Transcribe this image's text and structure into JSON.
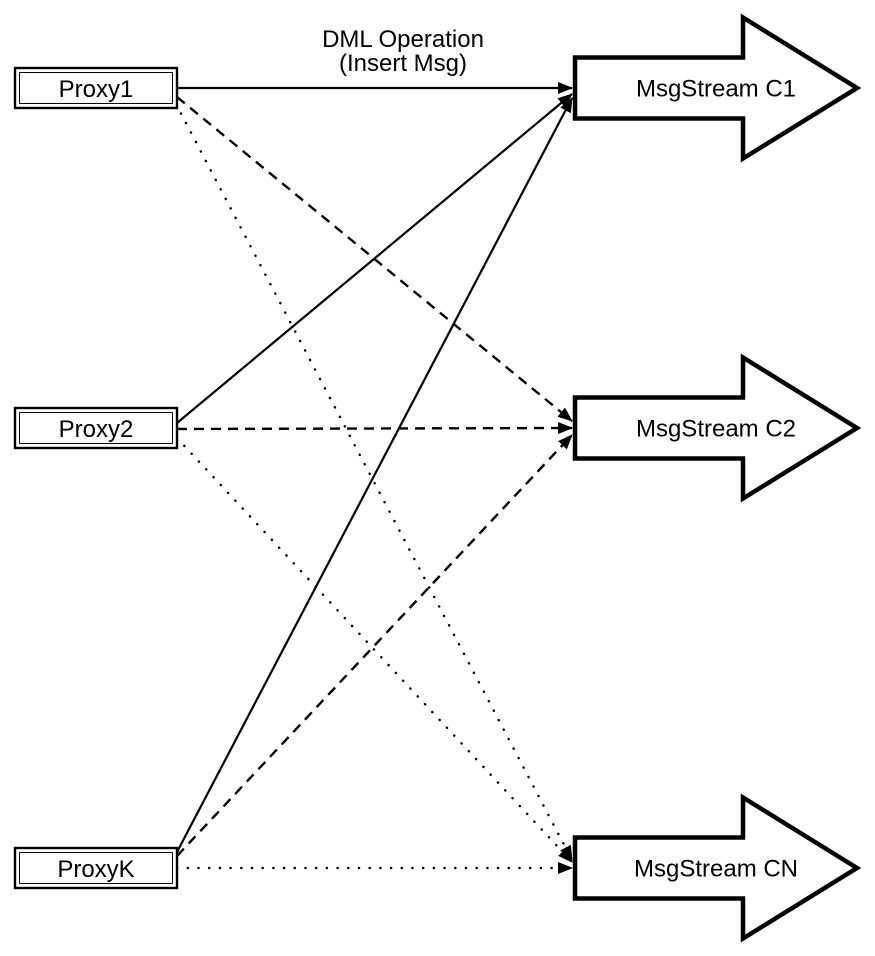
{
  "annotation": {
    "line1": "DML Operation",
    "line2": "(Insert Msg)"
  },
  "proxies": [
    {
      "label": "Proxy1"
    },
    {
      "label": "Proxy2"
    },
    {
      "label": "ProxyK"
    }
  ],
  "streams": [
    {
      "label": "MsgStream C1"
    },
    {
      "label": "MsgStream C2"
    },
    {
      "label": "MsgStream CN"
    }
  ],
  "edges": [
    {
      "from": "Proxy1",
      "to": "MsgStream C1",
      "style": "solid"
    },
    {
      "from": "Proxy1",
      "to": "MsgStream C2",
      "style": "dashed"
    },
    {
      "from": "Proxy1",
      "to": "MsgStream CN",
      "style": "dotted"
    },
    {
      "from": "Proxy2",
      "to": "MsgStream C1",
      "style": "solid"
    },
    {
      "from": "Proxy2",
      "to": "MsgStream C2",
      "style": "dashed"
    },
    {
      "from": "Proxy2",
      "to": "MsgStream CN",
      "style": "dotted"
    },
    {
      "from": "ProxyK",
      "to": "MsgStream C1",
      "style": "solid"
    },
    {
      "from": "ProxyK",
      "to": "MsgStream C2",
      "style": "dashed"
    },
    {
      "from": "ProxyK",
      "to": "MsgStream CN",
      "style": "dotted"
    }
  ],
  "colors": {
    "line": "#000000",
    "node_fill": "#ffffff",
    "text": "#000000",
    "background": "#ffffff"
  }
}
